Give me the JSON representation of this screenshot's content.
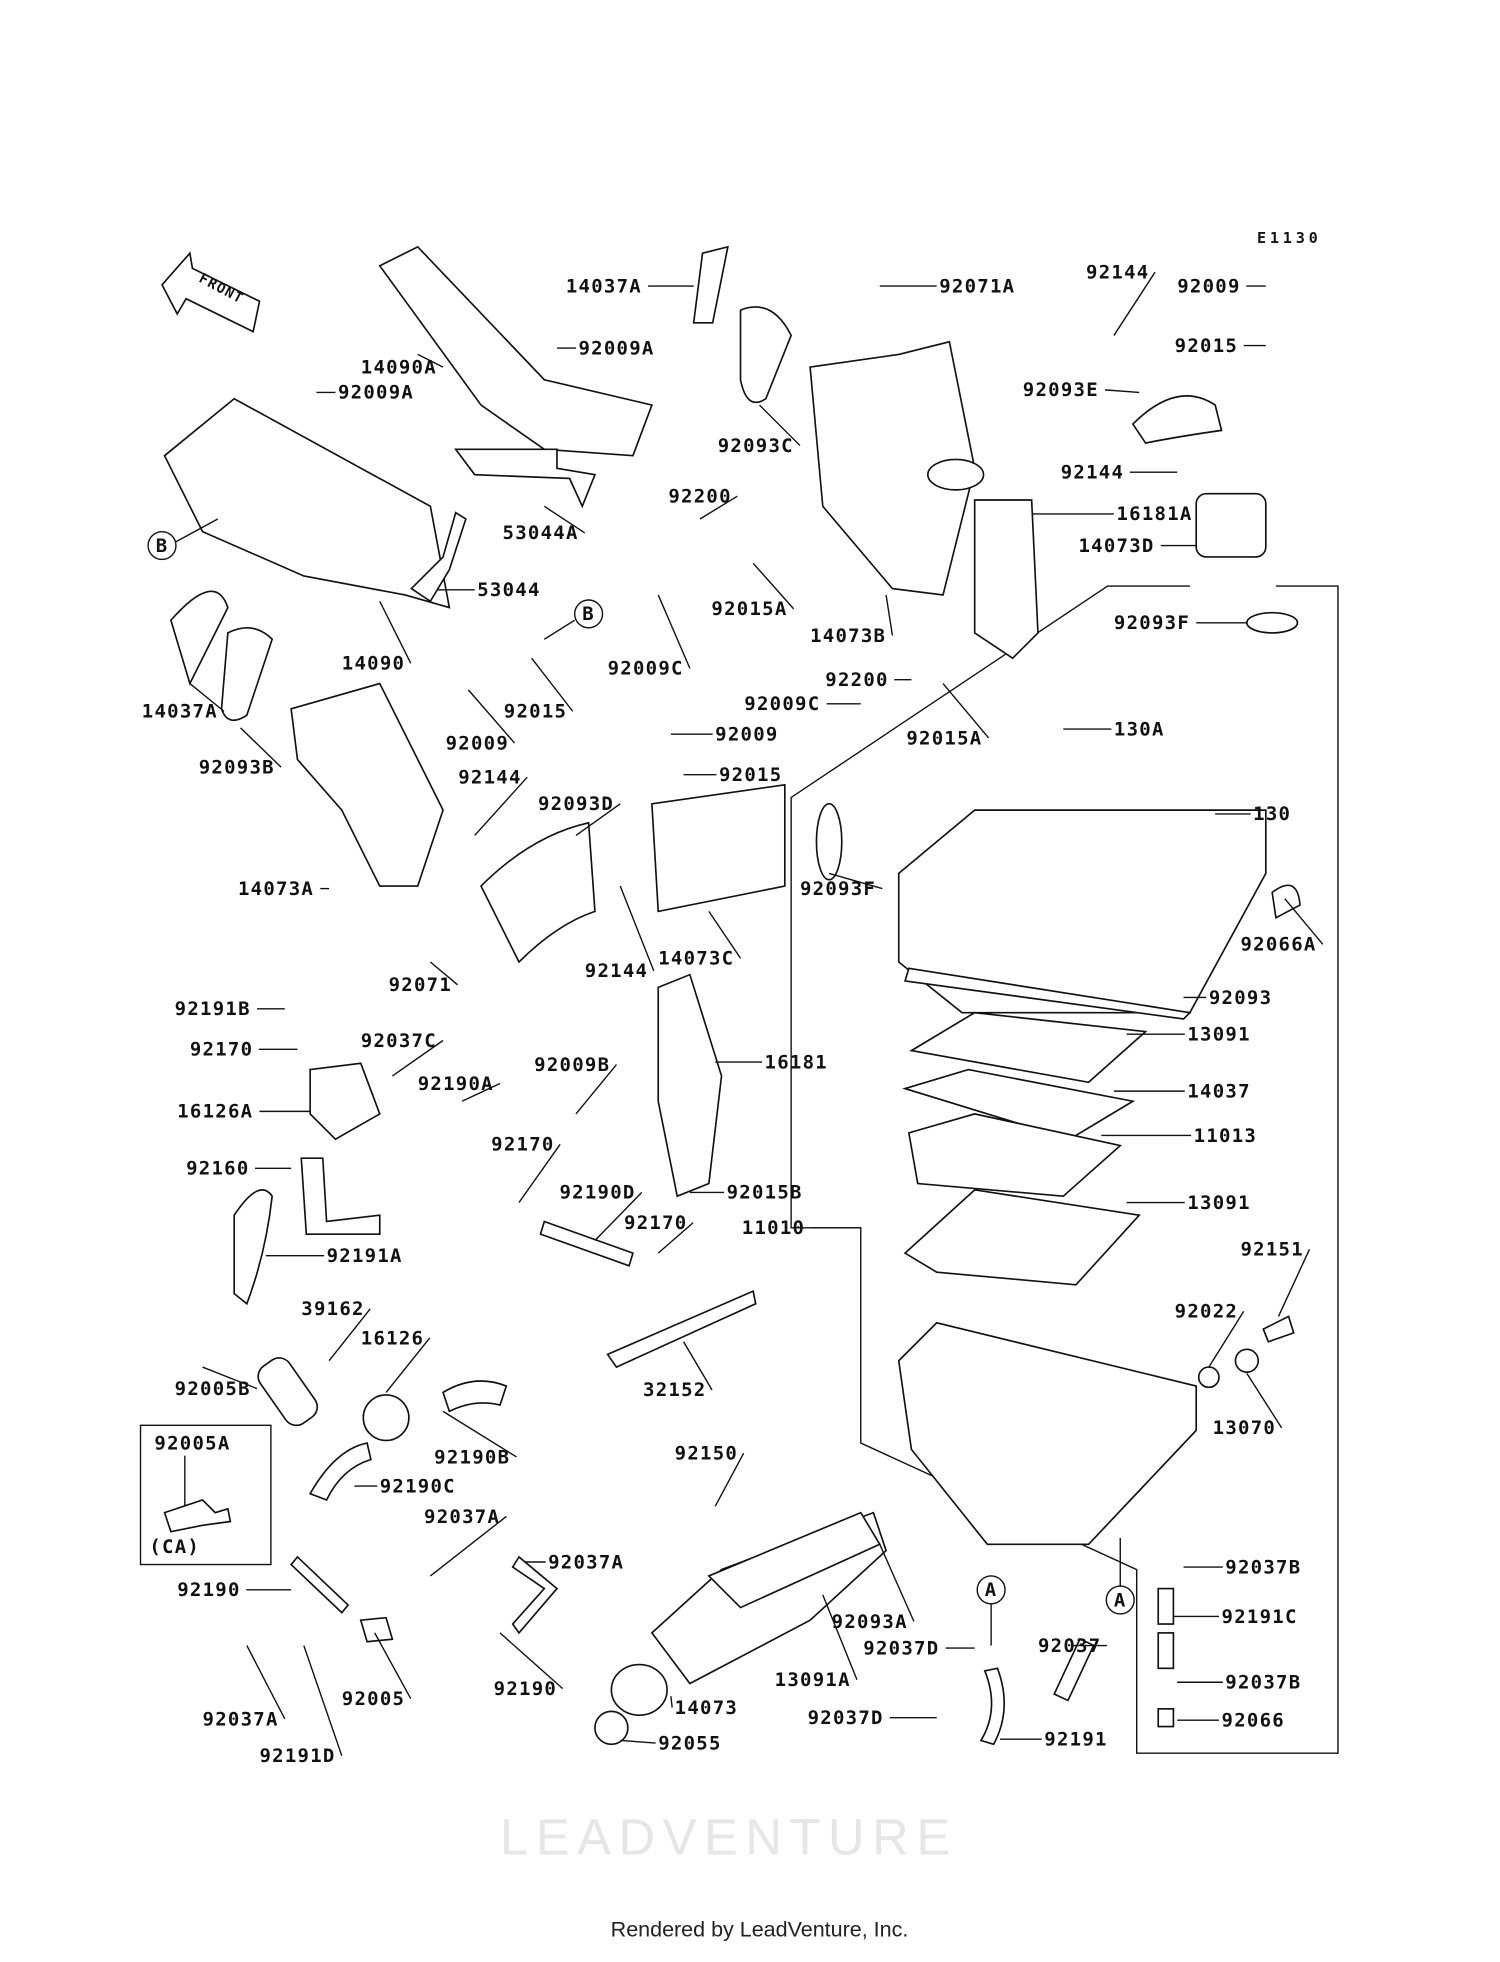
{
  "diagram_code": "E1130",
  "front_label": "FRONT",
  "watermark": "LEADVENTURE",
  "footer": "Rendered by LeadVenture, Inc.",
  "callouts": {
    "b": "B",
    "a": "A"
  },
  "inset": {
    "part": "92005A",
    "note": "(CA)"
  },
  "labels": [
    "92144",
    "92009",
    "14037A",
    "92071A",
    "92009A",
    "14090A",
    "92015",
    "92009A",
    "92093E",
    "92093C",
    "92144",
    "53044A",
    "92200",
    "16181A",
    "14073D",
    "53044",
    "92015A",
    "14073B",
    "92093F",
    "14090",
    "92009C",
    "92200",
    "92009C",
    "14037A",
    "92015",
    "92009",
    "92015A",
    "92009",
    "130A",
    "92093B",
    "92015",
    "92144",
    "92093D",
    "130",
    "14073A",
    "92093F",
    "92066A",
    "14073C",
    "92144",
    "92071",
    "92093",
    "92191B",
    "13091",
    "92170",
    "92037C",
    "16181",
    "92009B",
    "16126A",
    "92190A",
    "14037",
    "92170",
    "11013",
    "92160",
    "92190D",
    "92015B",
    "13091",
    "11010",
    "92170",
    "92191A",
    "92151",
    "39162",
    "16126",
    "92022",
    "92005B",
    "32152",
    "13070",
    "92190B",
    "92150",
    "92190C",
    "92037A",
    "92037A",
    "92037B",
    "92190",
    "92093A",
    "92191C",
    "92037",
    "92037D",
    "13091A",
    "92005",
    "92190",
    "92037B",
    "14073",
    "92037D",
    "92066",
    "92037A",
    "92191",
    "92055",
    "92191D"
  ]
}
